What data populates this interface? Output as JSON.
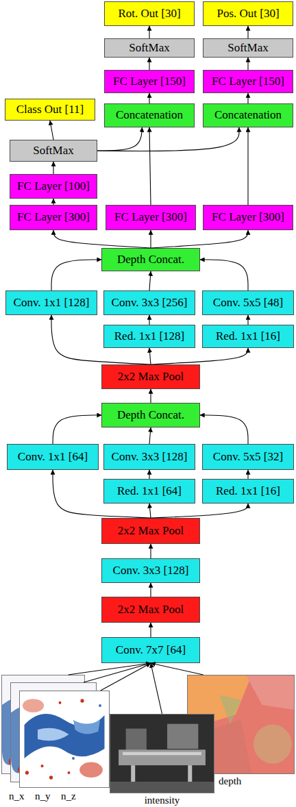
{
  "diagram": {
    "nodes": [
      {
        "text": [
          "Rot. Out [30]"
        ]
      },
      {
        "text": [
          "Pos. Out [30]"
        ]
      },
      {
        "text": [
          "SoftMax"
        ]
      },
      {
        "text": [
          "SoftMax"
        ]
      },
      {
        "text": [
          "FC Layer [150]"
        ]
      },
      {
        "text": [
          "FC Layer [150]"
        ]
      },
      {
        "text": [
          "Class Out [11]"
        ]
      },
      {
        "text": [
          "Concatenation"
        ]
      },
      {
        "text": [
          "Concatenation"
        ]
      },
      {
        "text": [
          "SoftMax"
        ]
      },
      {
        "text": [
          "FC Layer [100]"
        ]
      },
      {
        "text": [
          "FC Layer [300]"
        ]
      },
      {
        "text": [
          "FC Layer [300]"
        ]
      },
      {
        "text": [
          "FC Layer [300]"
        ]
      },
      {
        "text": [
          "Depth Concat."
        ]
      },
      {
        "text": [
          "Conv. 1x1 [128]"
        ]
      },
      {
        "text": [
          "Conv. 3x3 [256]"
        ]
      },
      {
        "text": [
          "Conv. 5x5 [48]"
        ]
      },
      {
        "text": [
          "Red. 1x1 [128]"
        ]
      },
      {
        "text": [
          "Red. 1x1 [16]"
        ]
      },
      {
        "text": [
          "2x2 Max Pool"
        ]
      },
      {
        "text": [
          "Depth Concat."
        ]
      },
      {
        "text": [
          "Conv. 1x1 [64]"
        ]
      },
      {
        "text": [
          "Conv. 3x3 [128]"
        ]
      },
      {
        "text": [
          "Conv. 5x5 [32]"
        ]
      },
      {
        "text": [
          "Red. 1x1 [64]"
        ]
      },
      {
        "text": [
          "Red. 1x1 [16]"
        ]
      },
      {
        "text": [
          "2x2 Max Pool"
        ]
      },
      {
        "text": [
          "Conv. 3x3 [128]"
        ]
      },
      {
        "text": [
          "2x2 Max Pool"
        ]
      },
      {
        "text": [
          "Conv. 7x7 [64]"
        ]
      },
      {
        "text": [
          "n_x"
        ]
      },
      {
        "text": [
          "n_y"
        ]
      },
      {
        "text": [
          "n_z"
        ]
      },
      {
        "text": [
          "intensity"
        ]
      },
      {
        "text": [
          "depth"
        ]
      }
    ],
    "edges": [
      {
        "from": 31,
        "to": 30,
        "arrow": "to"
      },
      {
        "from": 32,
        "to": 30,
        "arrow": "to"
      },
      {
        "from": 33,
        "to": 30,
        "arrow": "to"
      },
      {
        "from": 34,
        "to": 30,
        "arrow": "to"
      },
      {
        "from": 35,
        "to": 30,
        "arrow": "to"
      },
      {
        "from": 30,
        "to": 29,
        "arrow": "to"
      },
      {
        "from": 29,
        "to": 28,
        "arrow": "to"
      },
      {
        "from": 28,
        "to": 27,
        "arrow": "to"
      },
      {
        "from": 27,
        "to": 22,
        "arrow": "to"
      },
      {
        "from": 27,
        "to": 25,
        "arrow": "to"
      },
      {
        "from": 27,
        "to": 26,
        "arrow": "to"
      },
      {
        "from": 25,
        "to": 23,
        "arrow": "to"
      },
      {
        "from": 26,
        "to": 24,
        "arrow": "to"
      },
      {
        "from": 22,
        "to": 21,
        "arrow": "to"
      },
      {
        "from": 23,
        "to": 21,
        "arrow": "to"
      },
      {
        "from": 24,
        "to": 21,
        "arrow": "to"
      },
      {
        "from": 21,
        "to": 20,
        "arrow": "to"
      },
      {
        "from": 20,
        "to": 15,
        "arrow": "to"
      },
      {
        "from": 20,
        "to": 18,
        "arrow": "to"
      },
      {
        "from": 20,
        "to": 19,
        "arrow": "to"
      },
      {
        "from": 18,
        "to": 16,
        "arrow": "to"
      },
      {
        "from": 19,
        "to": 17,
        "arrow": "to"
      },
      {
        "from": 15,
        "to": 14,
        "arrow": "to"
      },
      {
        "from": 16,
        "to": 14,
        "arrow": "to"
      },
      {
        "from": 17,
        "to": 14,
        "arrow": "to"
      },
      {
        "from": 14,
        "to": 11,
        "arrow": "to"
      },
      {
        "from": 14,
        "to": 12,
        "arrow": "to"
      },
      {
        "from": 14,
        "to": 13,
        "arrow": "to"
      },
      {
        "from": 11,
        "to": 10,
        "arrow": "to"
      },
      {
        "from": 10,
        "to": 9,
        "arrow": "to"
      },
      {
        "from": 9,
        "to": 6,
        "arrow": "to"
      },
      {
        "from": 9,
        "to": 7,
        "arrow": "to"
      },
      {
        "from": 9,
        "to": 8,
        "arrow": "to"
      },
      {
        "from": 12,
        "to": 7,
        "arrow": "to"
      },
      {
        "from": 13,
        "to": 8,
        "arrow": "to"
      },
      {
        "from": 7,
        "to": 4,
        "arrow": "to"
      },
      {
        "from": 4,
        "to": 2,
        "arrow": "to"
      },
      {
        "from": 2,
        "to": 0,
        "arrow": "to"
      },
      {
        "from": 8,
        "to": 5,
        "arrow": "to"
      },
      {
        "from": 5,
        "to": 3,
        "arrow": "to"
      },
      {
        "from": 3,
        "to": 1,
        "arrow": "to"
      }
    ]
  }
}
